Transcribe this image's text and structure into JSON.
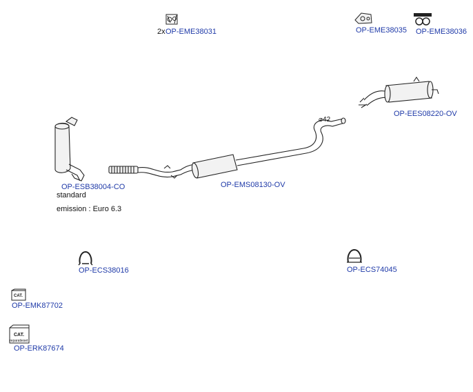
{
  "parts": {
    "eme38031": {
      "prefix": "2x",
      "code": "OP-EME38031"
    },
    "eme38035": {
      "code": "OP-EME38035"
    },
    "eme38036": {
      "code": "OP-EME38036"
    },
    "ees08220": {
      "code": "OP-EES08220-OV"
    },
    "esb38004": {
      "code": "OP-ESB38004-CO",
      "note1": "standard",
      "note2": "emission : Euro 6.3"
    },
    "ems08130": {
      "code": "OP-EMS08130-OV"
    },
    "ecs38016": {
      "code": "OP-ECS38016"
    },
    "ecs74045": {
      "code": "OP-ECS74045"
    },
    "emk87702": {
      "code": "OP-EMK87702",
      "badge": "CAT."
    },
    "erk87674": {
      "code": "OP-ERK87674",
      "badge": "CAT.",
      "sub": "reparatieset"
    }
  },
  "pipe": {
    "diameter_label": "⌀42"
  },
  "colors": {
    "link": "#1f3aa8",
    "line": "#222222"
  }
}
